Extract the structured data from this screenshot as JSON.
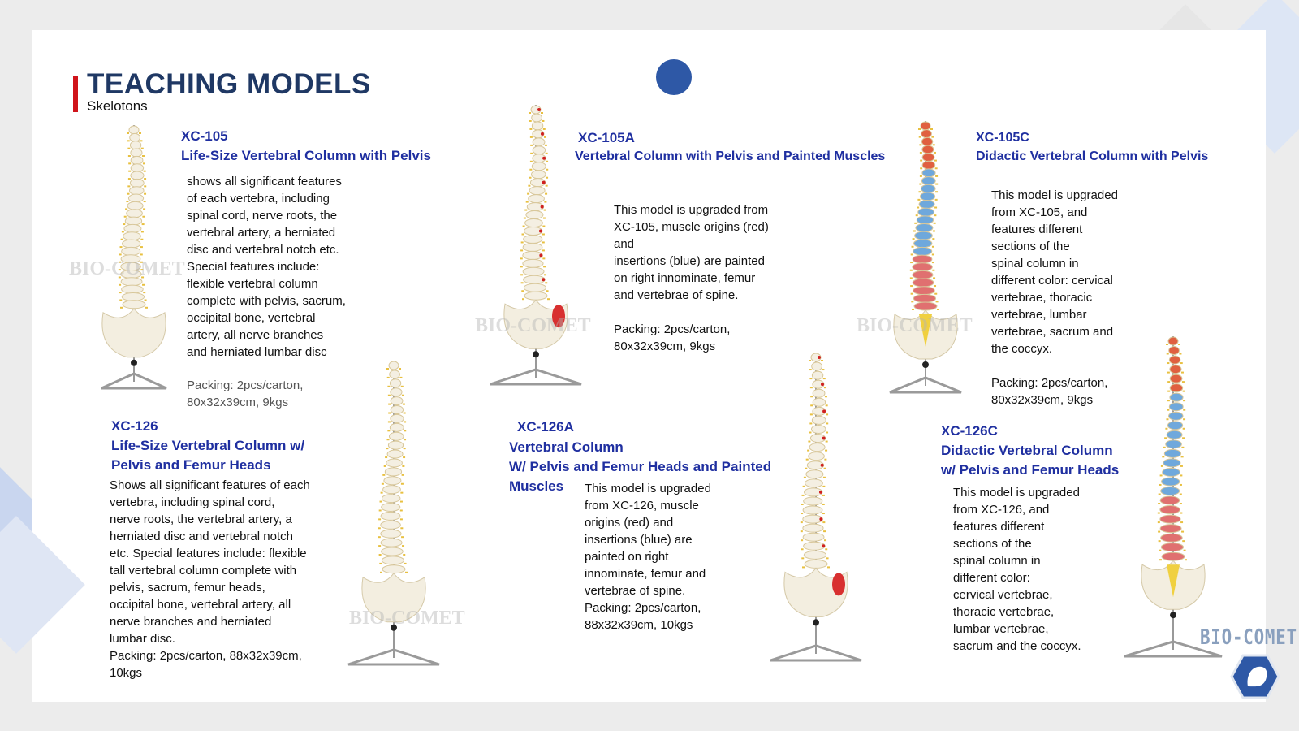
{
  "header": {
    "title": "TEACHING MODELS",
    "subtitle": "Skelotons"
  },
  "products": [
    {
      "code": "XC-105",
      "title": [
        "Life-Size Vertebral Column with Pelvis"
      ],
      "body": "shows all significant features\nof each vertebra, including\nspinal cord, nerve roots, the\nvertebral artery, a herniated\ndisc and vertebral notch etc.\nSpecial features include:\nflexible vertebral column\ncomplete with pelvis, sacrum,\noccipital bone, vertebral\nartery, all nerve branches\nand herniated lumbar disc",
      "packing": "Packing: 2pcs/carton,\n80x32x39cm, 9kgs"
    },
    {
      "code": "XC-105A",
      "title": [
        "Vertebral Column with Pelvis and Painted Muscles"
      ],
      "body": "This model is upgraded from\nXC-105, muscle origins (red)\nand\ninsertions (blue) are painted\non right innominate, femur\nand vertebrae of spine.\n\nPacking: 2pcs/carton,\n80x32x39cm, 9kgs"
    },
    {
      "code": "XC-105C",
      "title": [
        "Didactic Vertebral Column with Pelvis"
      ],
      "body": "This model is upgraded\nfrom XC-105, and\nfeatures different\nsections of the\nspinal column in\ndifferent color:  cervical\nvertebrae, thoracic\nvertebrae, lumbar\nvertebrae, sacrum and\nthe coccyx.\n\nPacking: 2pcs/carton,\n80x32x39cm, 9kgs"
    },
    {
      "code": "XC-126",
      "title": [
        "Life-Size Vertebral Column w/",
        "Pelvis and Femur Heads"
      ],
      "body": "Shows all significant features of each\nvertebra, including spinal cord,\nnerve roots, the vertebral artery, a\nherniated disc and vertebral notch\netc. Special features include: flexible\ntall vertebral column complete with\npelvis, sacrum, femur heads,\noccipital bone, vertebral artery, all\nnerve branches and herniated\nlumbar disc.\nPacking: 2pcs/carton, 88x32x39cm,\n10kgs"
    },
    {
      "code": "XC-126A",
      "title": [
        "Vertebral Column",
        "W/ Pelvis and Femur Heads and Painted",
        "Muscles"
      ],
      "body": "This model is upgraded\nfrom XC-126, muscle\norigins (red) and\ninsertions (blue) are\npainted on right\ninnominate, femur and\nvertebrae of spine.\nPacking: 2pcs/carton,\n88x32x39cm, 10kgs"
    },
    {
      "code": "XC-126C",
      "title": [
        "Didactic Vertebral Column",
        "w/ Pelvis and Femur Heads"
      ],
      "body": "This model is upgraded\nfrom XC-126, and\nfeatures different\nsections of the\nspinal column in\ndifferent color:\ncervical vertebrae,\nthoracic vertebrae,\nlumbar vertebrae,\nsacrum and the coccyx."
    }
  ],
  "watermark": "BIO-COMET",
  "brand": "BIO-COMET",
  "colors": {
    "title": "#1f3864",
    "accent": "#d0141b",
    "product": "#1f2fa0",
    "brand": "#2e58a6"
  }
}
